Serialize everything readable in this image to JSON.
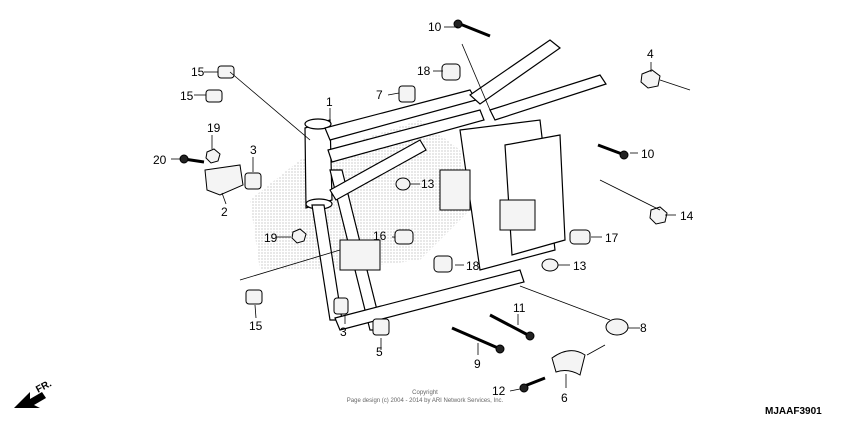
{
  "diagram": {
    "callouts": [
      "1",
      "2",
      "3",
      "3",
      "4",
      "5",
      "6",
      "7",
      "8",
      "9",
      "10",
      "10",
      "11",
      "12",
      "13",
      "13",
      "14",
      "15",
      "15",
      "15",
      "16",
      "17",
      "18",
      "18",
      "19",
      "19",
      "20"
    ],
    "copyright_line1": "Copyright",
    "copyright_line2": "Page design (c) 2004 - 2014 by ARI Network Services, Inc.",
    "diagram_code": "MJAAF3901",
    "direction_label": "FR."
  }
}
